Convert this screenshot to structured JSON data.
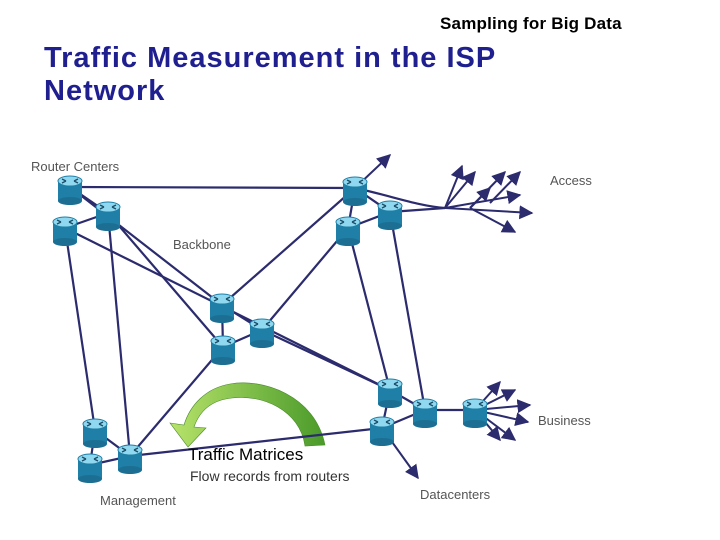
{
  "header": {
    "text": "Sampling for Big Data"
  },
  "title": {
    "line1": "Traffic Measurement in the ISP",
    "line2": "Network"
  },
  "labels": {
    "router_centers": "Router Centers",
    "access": "Access",
    "backbone": "Backbone",
    "business": "Business",
    "traffic_matrices": "Traffic Matrices",
    "flow_records": "Flow records from routers",
    "management": "Management",
    "datacenters": "Datacenters"
  },
  "colors": {
    "title": "#1f1f8f",
    "links": "#2b2b6e",
    "router_body": "#2a8fb4",
    "arrow_gradient_start": "#b7e36a",
    "arrow_gradient_end": "#4a9a2a"
  }
}
